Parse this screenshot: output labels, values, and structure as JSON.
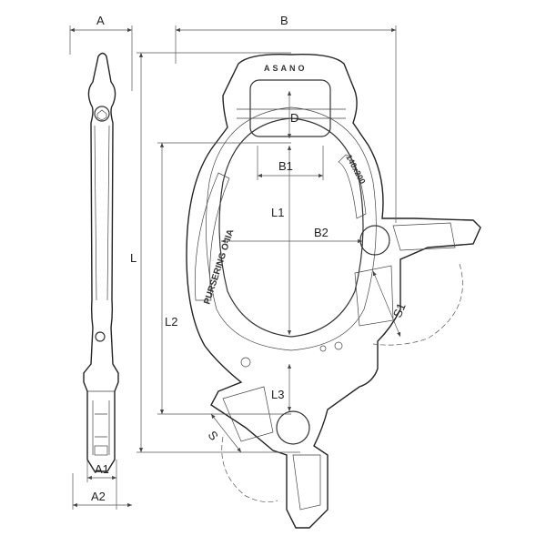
{
  "dimensions": {
    "A": "A",
    "B": "B",
    "L": "L",
    "D": "D",
    "B1": "B1",
    "L1": "L1",
    "B2": "B2",
    "L2": "L2",
    "L3": "L3",
    "S": "S",
    "S1": "S1",
    "A1": "A1",
    "A2": "A2"
  },
  "engravings": {
    "brand": "ASANO",
    "model": "PURSERING O-IIA",
    "size": "140x200"
  }
}
